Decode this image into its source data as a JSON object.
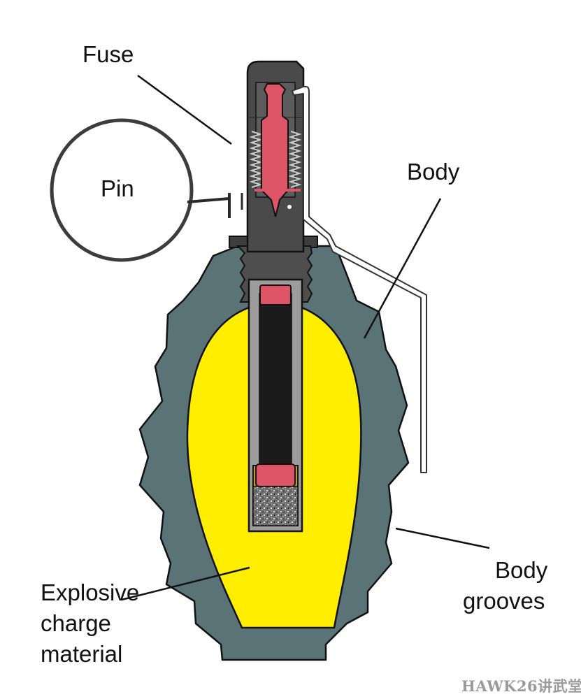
{
  "labels": {
    "fuse": "Fuse",
    "pin": "Pin",
    "body": "Body",
    "body_grooves_line1": "Body",
    "body_grooves_line2": "grooves",
    "explosive_line1": "Explosive",
    "explosive_line2": "charge",
    "explosive_line3": "material"
  },
  "watermark": "HAWK26讲武堂",
  "colors": {
    "body_shell": "#5a7377",
    "explosive": "#ffee00",
    "fuse_housing": "#4a4a4a",
    "striker": "#dd5566",
    "outline": "#111111"
  }
}
